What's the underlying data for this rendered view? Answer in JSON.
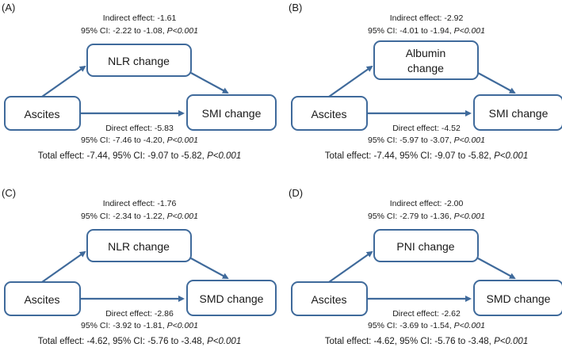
{
  "panels": [
    {
      "label": "(A)",
      "exposure": "Ascites",
      "mediator": [
        "NLR change"
      ],
      "outcome": "SMI change",
      "indirect": {
        "title": "Indirect effect: -1.61",
        "ci": "95% CI: -2.22 to -1.08, ",
        "p": "P<0.001"
      },
      "direct": {
        "title": "Direct effect: -5.83",
        "ci": "95% CI: -7.46 to -4.20, ",
        "p": "P<0.001"
      },
      "total": {
        "text": "Total effect: -7.44, 95% CI: -9.07 to -5.82, ",
        "p": "P<0.001"
      }
    },
    {
      "label": "(B)",
      "exposure": "Ascites",
      "mediator": [
        "Albumin",
        "change"
      ],
      "outcome": "SMI change",
      "indirect": {
        "title": "Indirect effect: -2.92",
        "ci": "95% CI: -4.01 to -1.94, ",
        "p": "P<0.001"
      },
      "direct": {
        "title": "Direct effect: -4.52",
        "ci": "95% CI: -5.97 to -3.07, ",
        "p": "P<0.001"
      },
      "total": {
        "text": "Total effect: -7.44, 95% CI: -9.07 to -5.82, ",
        "p": "P<0.001"
      }
    },
    {
      "label": "(C)",
      "exposure": "Ascites",
      "mediator": [
        "NLR change"
      ],
      "outcome": "SMD change",
      "indirect": {
        "title": "Indirect effect: -1.76",
        "ci": "95% CI: -2.34 to -1.22, ",
        "p": "P<0.001"
      },
      "direct": {
        "title": "Direct effect: -2.86",
        "ci": "95% CI: -3.92 to -1.81, ",
        "p": "P<0.001"
      },
      "total": {
        "text": "Total effect: -4.62, 95% CI: -5.76 to -3.48, ",
        "p": "P<0.001"
      }
    },
    {
      "label": "(D)",
      "exposure": "Ascites",
      "mediator": [
        "PNI change"
      ],
      "outcome": "SMD change",
      "indirect": {
        "title": "Indirect effect: -2.00",
        "ci": "95% CI: -2.79 to -1.36, ",
        "p": "P<0.001"
      },
      "direct": {
        "title": "Direct effect: -2.62",
        "ci": "95% CI: -3.69 to -1.54, ",
        "p": "P<0.001"
      },
      "total": {
        "text": "Total effect: -4.62, 95% CI: -5.76 to -3.48, ",
        "p": "P<0.001"
      }
    }
  ],
  "colors": {
    "box_border": "#3f6a9b",
    "arrow": "#3f6a9b",
    "text": "#1a1a1a"
  }
}
